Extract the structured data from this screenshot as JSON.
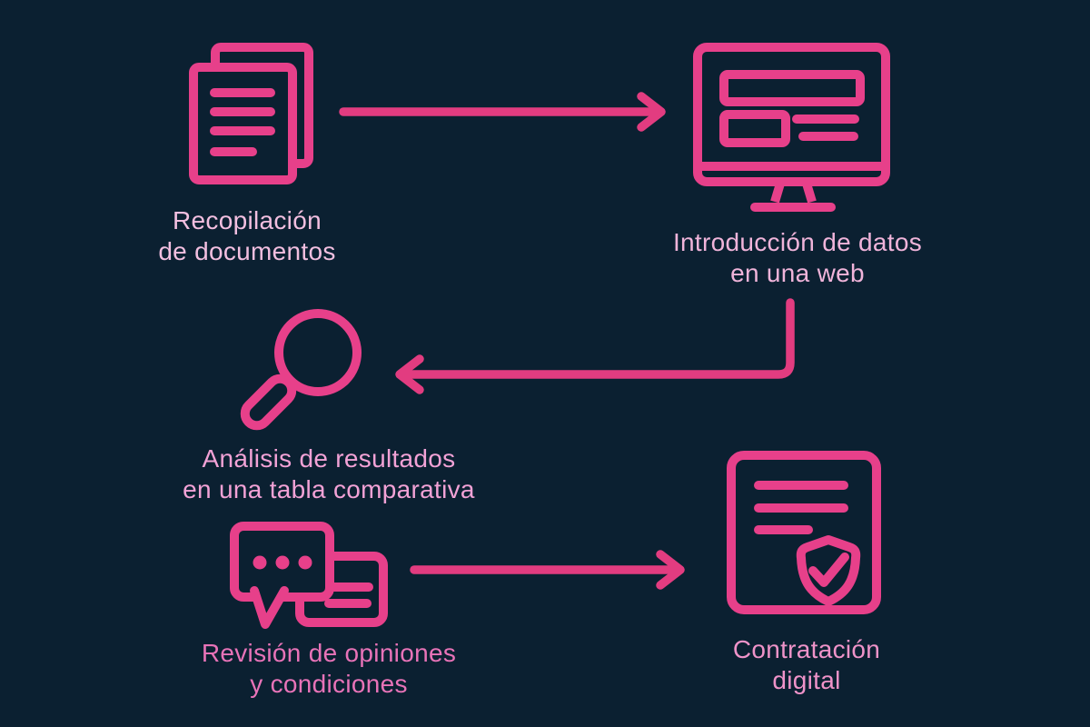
{
  "diagram_type": "process-flow",
  "colors": {
    "bg": "#0b2031",
    "icon": "#e7408a",
    "arrow": "#e23c80"
  },
  "steps": [
    {
      "id": "recopilacion",
      "icon": "documents-icon",
      "label": "Recopilación\nde documentos",
      "label_color": "#f2bfe0"
    },
    {
      "id": "introduccion",
      "icon": "monitor-icon",
      "label": "Introducción de datos\nen una web",
      "label_color": "#f0b4da"
    },
    {
      "id": "analisis",
      "icon": "magnifier-icon",
      "label": "Análisis de resultados\nen una tabla comparativa",
      "label_color": "#f2a2d6"
    },
    {
      "id": "revision",
      "icon": "chat-bubbles-icon",
      "label": "Revisión de opiniones\ny condiciones",
      "label_color": "#e873b8"
    },
    {
      "id": "contratacion",
      "icon": "shield-document-icon",
      "label": "Contratación\ndigital",
      "label_color": "#ef93c9"
    }
  ],
  "arrows": [
    {
      "from": "recopilacion",
      "to": "introduccion",
      "shape": "straight-right"
    },
    {
      "from": "introduccion",
      "to": "analisis",
      "shape": "elbow-down-left"
    },
    {
      "from": "revision",
      "to": "contratacion",
      "shape": "straight-right"
    }
  ]
}
